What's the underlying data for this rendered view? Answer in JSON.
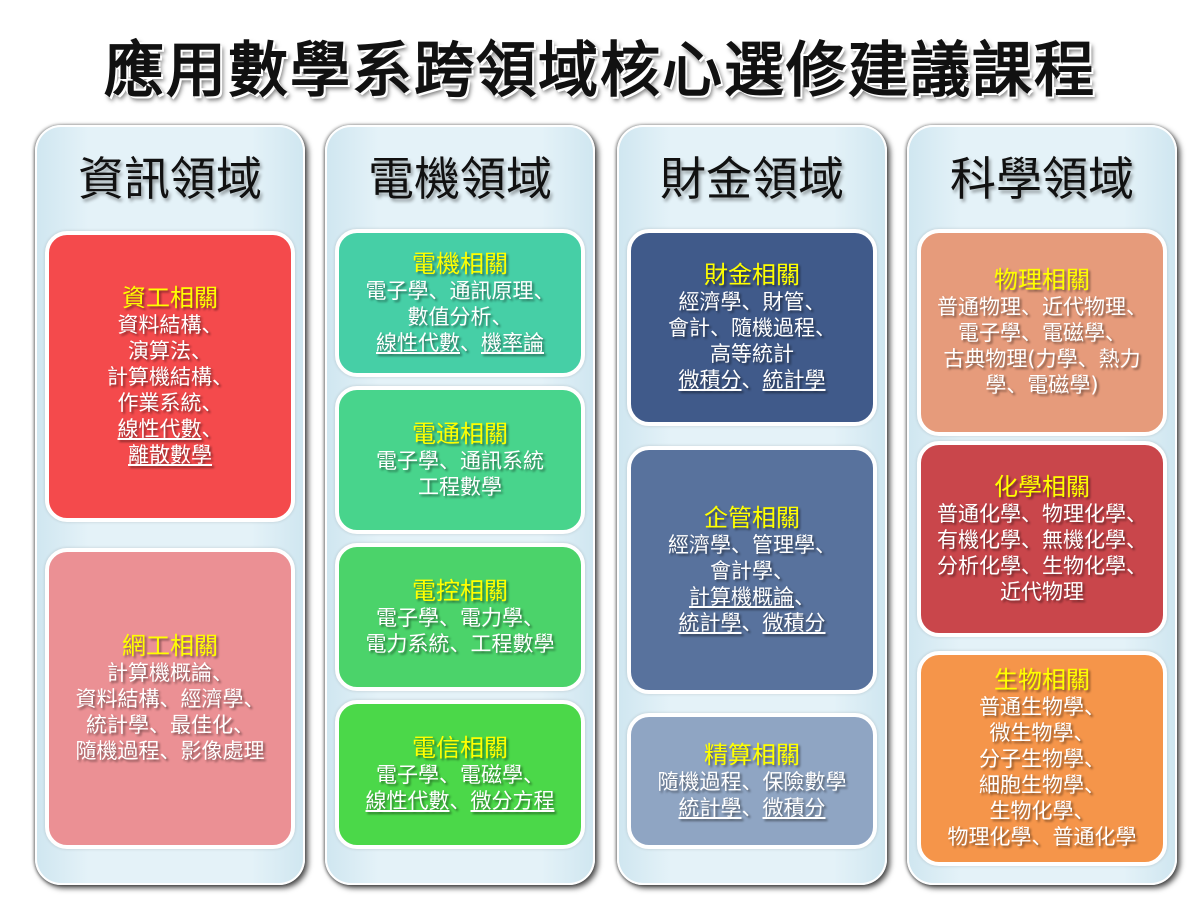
{
  "title": "應用數學系跨領域核心選修建議課程",
  "columns": [
    {
      "heading": "資訊領域",
      "cards": [
        {
          "title": "資工相關",
          "color": "#f44a4c",
          "lines": [
            [
              {
                "t": "資料結構、",
                "u": false
              }
            ],
            [
              {
                "t": "演算法、",
                "u": false
              }
            ],
            [
              {
                "t": "計算機結構、",
                "u": false
              }
            ],
            [
              {
                "t": "作業系統、",
                "u": false
              }
            ],
            [
              {
                "t": "線性代數",
                "u": true
              },
              {
                "t": "、",
                "u": false
              }
            ],
            [
              {
                "t": "離散數學",
                "u": true
              }
            ]
          ]
        },
        {
          "title": "網工相關",
          "color": "#eb9094",
          "lines": [
            [
              {
                "t": "計算機概論、",
                "u": false
              }
            ],
            [
              {
                "t": "資料結構、經濟學、",
                "u": false
              }
            ],
            [
              {
                "t": "統計學、最佳化、",
                "u": false
              }
            ],
            [
              {
                "t": "隨機過程、影像處理",
                "u": false
              }
            ]
          ]
        }
      ]
    },
    {
      "heading": "電機領域",
      "cards": [
        {
          "title": "電機相關",
          "color": "#46cfa6",
          "lines": [
            [
              {
                "t": "電子學、通訊原理、",
                "u": false
              }
            ],
            [
              {
                "t": "數值分析、",
                "u": false
              }
            ],
            [
              {
                "t": "線性代數",
                "u": true
              },
              {
                "t": "、",
                "u": false
              },
              {
                "t": "機率論",
                "u": true
              }
            ]
          ]
        },
        {
          "title": "電通相關",
          "color": "#48d48c",
          "lines": [
            [
              {
                "t": "電子學、通訊系統",
                "u": false
              }
            ],
            [
              {
                "t": "工程數學",
                "u": false
              }
            ]
          ]
        },
        {
          "title": "電控相關",
          "color": "#4bd36a",
          "lines": [
            [
              {
                "t": "電子學、電力學、",
                "u": false
              }
            ],
            [
              {
                "t": "電力系統、工程數學",
                "u": false
              }
            ]
          ]
        },
        {
          "title": "電信相關",
          "color": "#4bd849",
          "lines": [
            [
              {
                "t": "電子學、電磁學、",
                "u": false
              }
            ],
            [
              {
                "t": "線性代數",
                "u": true
              },
              {
                "t": "、",
                "u": false
              },
              {
                "t": "微分方程",
                "u": true
              }
            ]
          ]
        }
      ]
    },
    {
      "heading": "財金領域",
      "cards": [
        {
          "title": "財金相關",
          "color": "#405a8a",
          "lines": [
            [
              {
                "t": "經濟學、財管、",
                "u": false
              }
            ],
            [
              {
                "t": "會計、隨機過程、",
                "u": false
              }
            ],
            [
              {
                "t": "高等統計",
                "u": false
              }
            ],
            [
              {
                "t": "微積分",
                "u": true
              },
              {
                "t": "、",
                "u": false
              },
              {
                "t": "統計學",
                "u": true
              }
            ]
          ]
        },
        {
          "title": "企管相關",
          "color": "#58729d",
          "lines": [
            [
              {
                "t": "經濟學、管理學、",
                "u": false
              }
            ],
            [
              {
                "t": "會計學、",
                "u": false
              }
            ],
            [
              {
                "t": "計算機概論",
                "u": true
              },
              {
                "t": "、",
                "u": false
              }
            ],
            [
              {
                "t": "統計學",
                "u": true
              },
              {
                "t": "、",
                "u": false
              },
              {
                "t": "微積分",
                "u": true
              }
            ]
          ]
        },
        {
          "title": "精算相關",
          "color": "#8fa5c3",
          "lines": [
            [
              {
                "t": "隨機過程、保險數學",
                "u": false
              }
            ],
            [
              {
                "t": "統計學",
                "u": true
              },
              {
                "t": "、",
                "u": false
              },
              {
                "t": "微積分",
                "u": true
              }
            ]
          ]
        }
      ]
    },
    {
      "heading": "科學領域",
      "cards": [
        {
          "title": "物理相關",
          "color": "#e69b7b",
          "lines": [
            [
              {
                "t": "普通物理、近代物理、",
                "u": false
              }
            ],
            [
              {
                "t": "電子學、電磁學、",
                "u": false
              }
            ],
            [
              {
                "t": "古典物理(力學、熱力",
                "u": false
              }
            ],
            [
              {
                "t": "學、電磁學)",
                "u": false
              }
            ]
          ]
        },
        {
          "title": "化學相關",
          "color": "#c9464b",
          "lines": [
            [
              {
                "t": "普通化學、物理化學、",
                "u": false
              }
            ],
            [
              {
                "t": "有機化學、無機化學、",
                "u": false
              }
            ],
            [
              {
                "t": "分析化學、生物化學、",
                "u": false
              }
            ],
            [
              {
                "t": "近代物理",
                "u": false
              }
            ]
          ]
        },
        {
          "title": "生物相關",
          "color": "#f5954a",
          "lines": [
            [
              {
                "t": "普通生物學、",
                "u": false
              }
            ],
            [
              {
                "t": "微生物學、",
                "u": false
              }
            ],
            [
              {
                "t": "分子生物學、",
                "u": false
              }
            ],
            [
              {
                "t": "細胞生物學、",
                "u": false
              }
            ],
            [
              {
                "t": "生物化學、",
                "u": false
              }
            ],
            [
              {
                "t": "物理化學、普通化學",
                "u": false
              }
            ]
          ]
        }
      ]
    }
  ]
}
